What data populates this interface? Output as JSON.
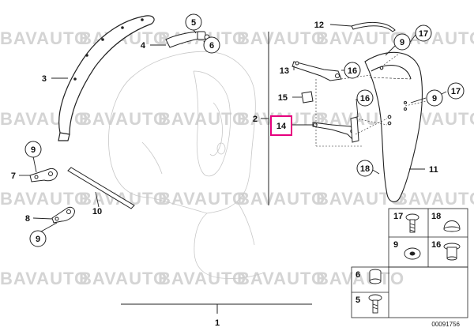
{
  "watermark": "BAVAUTO",
  "reference_code": "00091756",
  "highlight_color": "#e6007e",
  "callouts": {
    "c1": "1",
    "c2": "2",
    "c3": "3",
    "c4": "4",
    "c5": "5",
    "c6": "6",
    "c7": "7",
    "c8": "8",
    "c9a": "9",
    "c9b": "9",
    "c9c": "9",
    "c9d": "9",
    "c10": "10",
    "c11": "11",
    "c12": "12",
    "c13": "13",
    "c14": "14",
    "c15": "15",
    "c16a": "16",
    "c16b": "16",
    "c17a": "17",
    "c17b": "17",
    "c18": "18"
  },
  "hardware_grid": {
    "c17": "17",
    "c18": "18",
    "c9": "9",
    "c16": "16",
    "c6": "6",
    "c5": "5"
  }
}
